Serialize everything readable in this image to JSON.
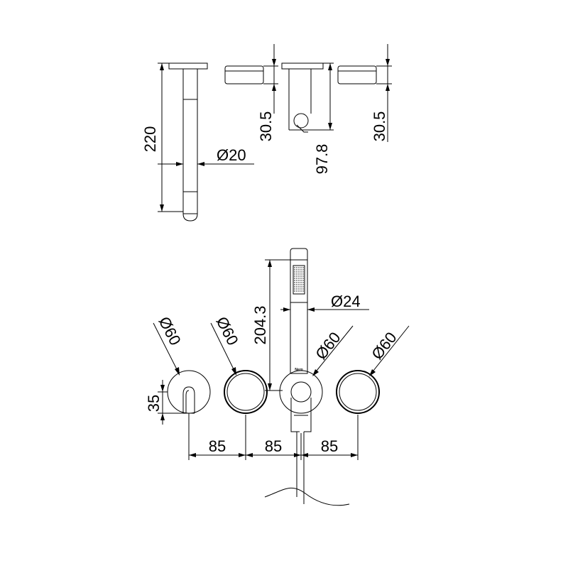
{
  "dimensions": {
    "top_height": "220",
    "top_diameter": "Ø20",
    "top_depth_a": "30.5",
    "top_depth_b": "97.8",
    "top_depth_c": "30.5",
    "bottom_height": "204.3",
    "bottom_handle_diameter": "Ø24",
    "plate_1_diameter": "Ø60",
    "plate_2_diameter": "Ø60",
    "plate_3_diameter": "Ø60",
    "plate_4_diameter": "Ø60",
    "spout_offset": "35",
    "spacing_1": "85",
    "spacing_2": "85",
    "spacing_3": "85"
  },
  "brand_mark": "Nero"
}
